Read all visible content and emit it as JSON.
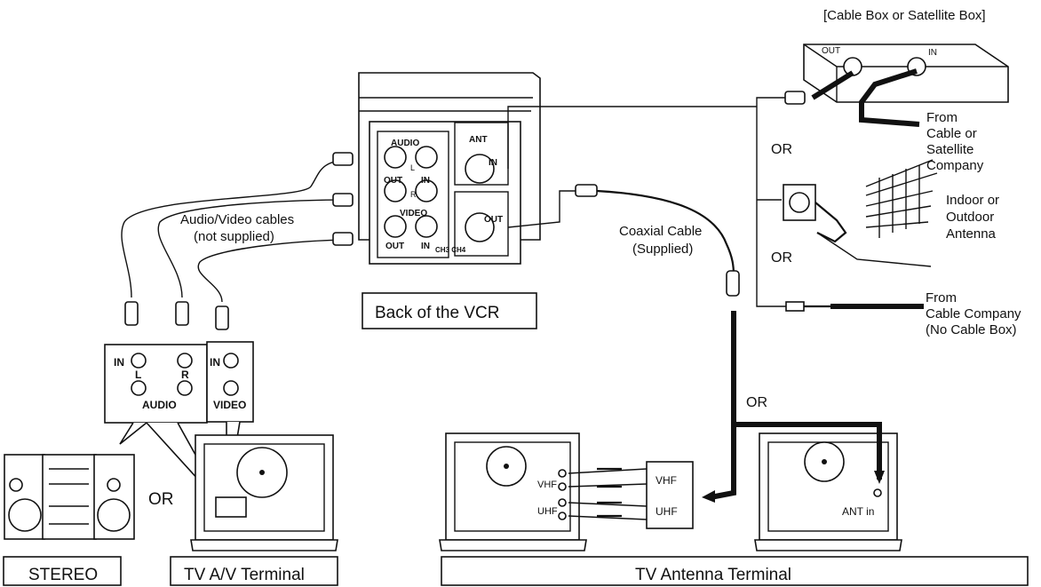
{
  "labels": {
    "cable_box": "[Cable Box or Satellite Box]",
    "box_out": "OUT",
    "box_in": "IN",
    "from_cable_sat": [
      "From",
      "Cable or",
      "Satellite",
      "Company"
    ],
    "or1": "OR",
    "antenna": [
      "Indoor or",
      "Outdoor",
      "Antenna"
    ],
    "or2": "OR",
    "from_cable_co": [
      "From",
      "Cable Company",
      "(No Cable Box)"
    ],
    "vcr_audio": "AUDIO",
    "vcr_out": "OUT",
    "vcr_in": "IN",
    "vcr_l": "L",
    "vcr_r": "R",
    "vcr_video": "VIDEO",
    "vcr_video_out": "OUT",
    "vcr_video_in": "IN",
    "vcr_ant": "ANT",
    "vcr_ant_in": "IN",
    "vcr_ant_out": "OUT",
    "vcr_ch": "CH3 CH4",
    "av_cables": "Audio/Video cables",
    "av_not_supplied": "(not supplied)",
    "coax": "Coaxial Cable",
    "coax_supplied": "(Supplied)",
    "back_vcr": "Back of the VCR",
    "audio_in": "IN",
    "audio_l": "L",
    "audio_r": "R",
    "audio_label": "AUDIO",
    "video_in": "IN",
    "video_label": "VIDEO",
    "or_left": "OR",
    "or_right": "OR",
    "vhf_tv": "VHF",
    "uhf_tv": "UHF",
    "vhf_switch": "VHF",
    "uhf_switch": "UHF",
    "ant_in": "ANT in",
    "stereo": "STEREO",
    "tv_av": "TV A/V Terminal",
    "tv_ant": "TV Antenna Terminal"
  }
}
